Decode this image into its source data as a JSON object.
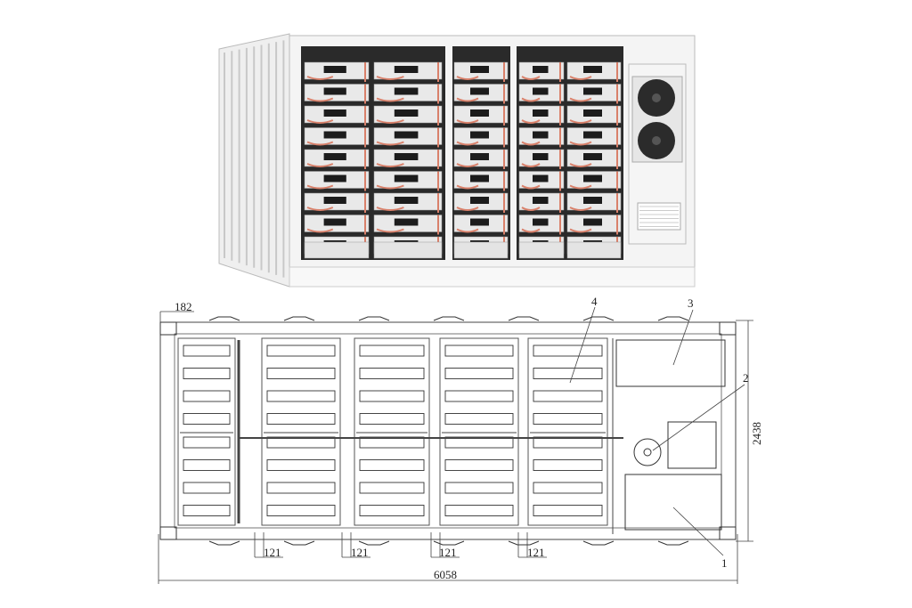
{
  "render": {
    "rack_count": 5,
    "modules_per_rack": 9,
    "colors": {
      "frame": "#f4f4f4",
      "interior": "#2a2a2a",
      "module": "#e9e9e9",
      "cable": "#d9806a",
      "display": "#1c1c1c",
      "fan": "#2b2b2b"
    }
  },
  "drawing": {
    "dimensions": {
      "corner_offset": "182",
      "length": "6058",
      "width": "2438",
      "spacing": [
        "121",
        "121",
        "121",
        "121"
      ]
    },
    "callouts": [
      "1",
      "2",
      "3",
      "4"
    ],
    "battery_columns": 5,
    "packs_per_half_column": 4
  }
}
